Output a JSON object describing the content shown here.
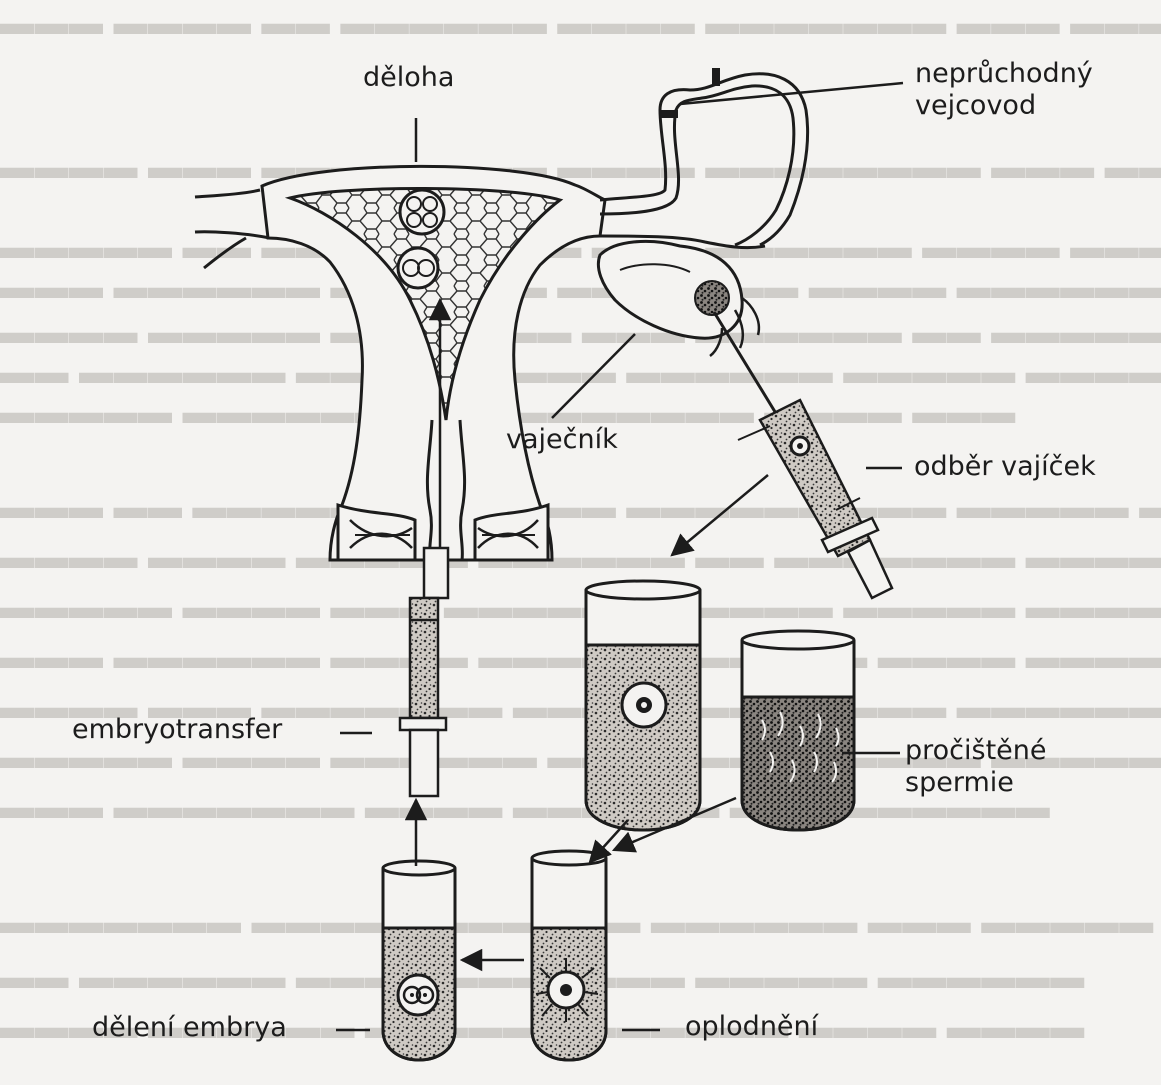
{
  "labels": {
    "deloha": "děloha",
    "vejcovod": "neprůchodný vejcovod",
    "vajecnik": "vaječník",
    "odber": "odběr vajíček",
    "embryotransfer": "embryotransfer",
    "spermie": "pročištěné spermie",
    "deleni": "dělení embrya",
    "oplodneni": "oplodnění"
  },
  "colors": {
    "ink": "#1c1c1c",
    "paper": "#f4f3f1",
    "bleed_through": "#cfcdc9"
  }
}
